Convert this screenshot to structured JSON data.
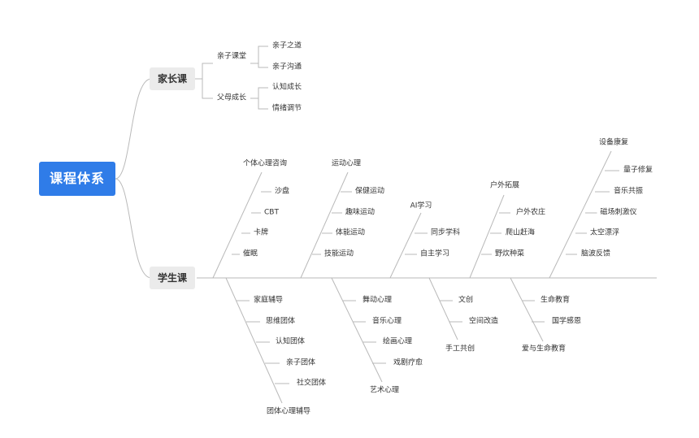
{
  "root": "课程体系",
  "parent_course": {
    "title": "家长课",
    "groups": [
      {
        "label": "亲子课堂",
        "items": [
          "亲子之道",
          "亲子沟通"
        ]
      },
      {
        "label": "父母成长",
        "items": [
          "认知成长",
          "情绪调节"
        ]
      }
    ]
  },
  "student_course": {
    "title": "学生课",
    "top_branches": [
      {
        "label": "个体心理咨询",
        "items": [
          "沙盘",
          "CBT",
          "卡牌",
          "催眠"
        ]
      },
      {
        "label": "运动心理",
        "items": [
          "保健运动",
          "趣味运动",
          "体能运动",
          "技能运动"
        ]
      },
      {
        "label": "AI学习",
        "items": [
          "同步学科",
          "自主学习"
        ]
      },
      {
        "label": "户外拓展",
        "items": [
          "户外农庄",
          "爬山赶海",
          "野炊种菜"
        ]
      },
      {
        "label": "设备康复",
        "items": [
          "量子修复",
          "音乐共振",
          "磁场刺激仪",
          "太空漂浮",
          "脑波反馈"
        ]
      }
    ],
    "bottom_branches": [
      {
        "label": "团体心理辅导",
        "items": [
          "家庭辅导",
          "思维团体",
          "认知团体",
          "亲子团体",
          "社交团体"
        ]
      },
      {
        "label": "艺术心理",
        "items": [
          "舞动心理",
          "音乐心理",
          "绘画心理",
          "戏剧疗愈"
        ]
      },
      {
        "label": "手工共创",
        "items": [
          "文创",
          "空间改造"
        ]
      },
      {
        "label": "爱与生命教育",
        "items": [
          "生命教育",
          "国学感恩"
        ]
      }
    ]
  }
}
